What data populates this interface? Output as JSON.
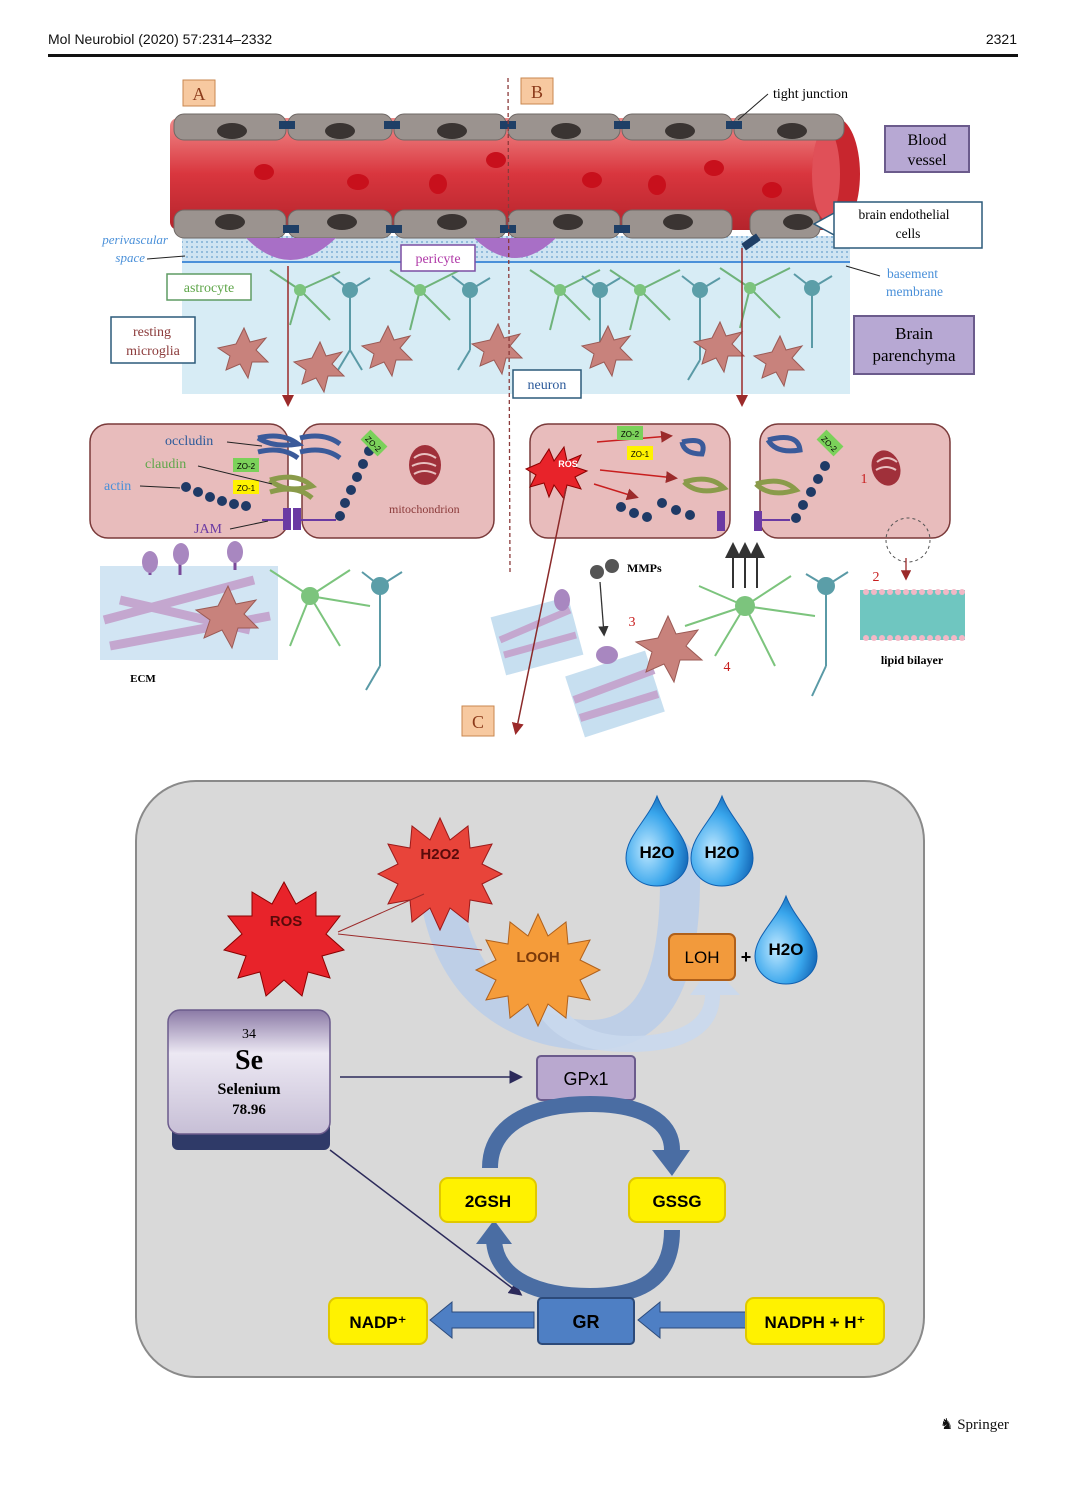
{
  "header": {
    "journal": "Mol Neurobiol (2020) 57:2314–2332",
    "page": "2321"
  },
  "footer": {
    "publisher": "Springer"
  },
  "figure": {
    "panel_a": "A",
    "panel_b": "B",
    "panel_c": "C",
    "tight_junction": "tight junction",
    "blood_vessel": [
      "Blood",
      "vessel"
    ],
    "brain_endothelial": [
      "brain endothelial",
      "cells"
    ],
    "perivascular": [
      "perivascular",
      "space"
    ],
    "pericyte": "pericyte",
    "astrocyte": "astrocyte",
    "basement": [
      "basement",
      "membrane"
    ],
    "resting_microglia": [
      "resting",
      "microglia"
    ],
    "brain_parenchyma": [
      "Brain",
      "parenchyma"
    ],
    "neuron": "neuron",
    "occludin": "occludin",
    "claudin": "claudin",
    "actin": "actin",
    "zo2": "ZO-2",
    "zo1": "ZO-1",
    "jam": "JAM",
    "mitochondrion": "mitochondrion",
    "ros_small": "ROS",
    "mmps": "MMPs",
    "ecm": "ECM",
    "lipid_bilayer": "lipid bilayer",
    "step1": "1",
    "step2": "2",
    "step3": "3",
    "step4": "4"
  },
  "pathway": {
    "h2o2": "H2O2",
    "ros": "ROS",
    "looh": "LOOH",
    "h2o": "H2O",
    "loh": "LOH",
    "plus": "+",
    "se_number": "34",
    "se_symbol": "Se",
    "se_name": "Selenium",
    "se_mass": "78.96",
    "gpx1": "GPx1",
    "gsh": "2GSH",
    "gssg": "GSSG",
    "gr": "GR",
    "nadp": "NADP⁺",
    "nadph": "NADPH + H⁺"
  },
  "colors": {
    "vessel_red": "#d9363e",
    "endothelial_grey": "#9b938f",
    "tj_blue": "#1f3f66",
    "parenchyma_blue": "#d7ecf5",
    "panel_c_bg": "#d9d9d9",
    "yellow_box": "#fff200",
    "gpx_purple": "#b9a8cf",
    "gr_blue": "#4e7fc4",
    "loh_orange": "#f29a3c",
    "water_blue": "#1e90e0"
  }
}
